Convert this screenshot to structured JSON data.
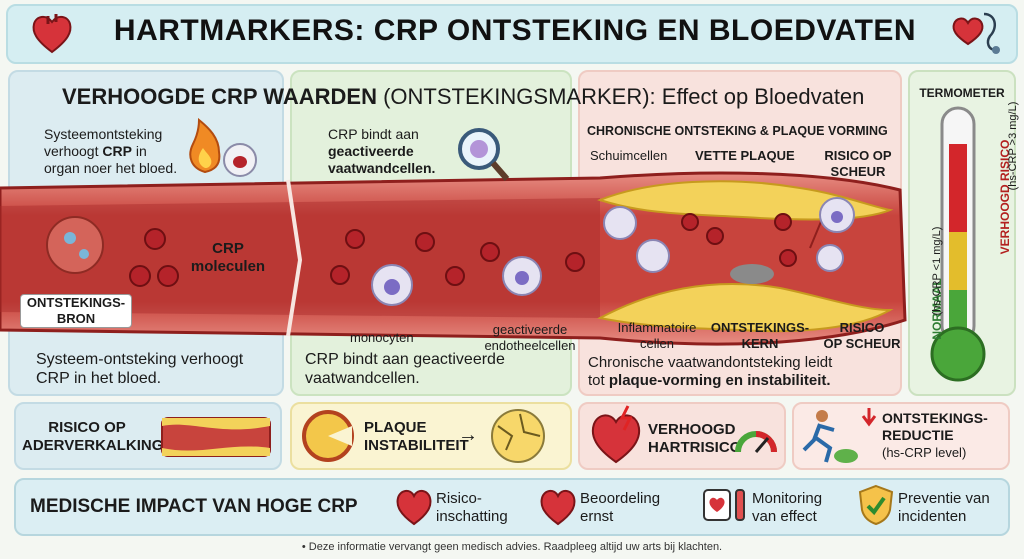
{
  "title": "HARTMARKERS: CRP ONTSTEKING EN BLOEDVATEN",
  "main_heading": {
    "bold": "VERHOOGDE CRP WAARDEN",
    "rest": " (ONTSTEKINGSMARKER): Effect op Bloedvaten"
  },
  "section1": {
    "top_text_1": "Systeemontsteking",
    "top_text_2_pre": "verhoogt ",
    "top_text_2_bold": "CRP",
    "top_text_2_post": " in",
    "top_text_3": "organ noer het bloed.",
    "crp_label_1": "CRP",
    "crp_label_2": "moleculen",
    "source_label_1": "ONTSTEKINGS-",
    "source_label_2": "BRON",
    "bottom_text_1": "Systeem-ontsteking verhoogt",
    "bottom_text_2": "CRP in het bloed."
  },
  "section2": {
    "top_text_1": "CRP bindt aan",
    "top_text_2": "geactiveerde",
    "top_text_3": "vaatwandcellen.",
    "monocyten": "monocyten",
    "endo_1": "geactiveerde",
    "endo_2": "endotheelcellen",
    "bottom_text_1": "CRP bindt aan geactiveerde",
    "bottom_text_2": "vaatwandcellen."
  },
  "section3": {
    "heading": "CHRONISCHE ONTSTEKING & PLAQUE VORMING",
    "schuimcellen": "Schuimcellen",
    "vette_plaque": "VETTE PLAQUE",
    "risico1_1": "RISICO OP",
    "risico1_2": "SCHEUR",
    "inflam_1": "Inflammatoire",
    "inflam_2": "cellen",
    "kern_1": "ONTSTEKINGS-",
    "kern_2": "KERN",
    "risico2_1": "RISICO",
    "risico2_2": "OP SCHEUR",
    "bottom_text_1": "Chronische vaatwandontsteking leidt",
    "bottom_text_2_pre": "tot ",
    "bottom_text_2_bold": "plaque-vorming en instabiliteit."
  },
  "thermometer": {
    "label": "TERMOMETER",
    "normaal": "NORMAAL",
    "normaal_sub": "(hs-CRP <1 mg/L)",
    "verhoogd": "VERHOOGD RISICO",
    "verhoogd_sub": "(hs-CRP >3 mg/L)"
  },
  "cards": [
    {
      "l1": "RISICO OP",
      "l2": "ADERVERKALKING"
    },
    {
      "l1": "PLAQUE",
      "l2": "INSTABILITEIT"
    },
    {
      "l1": "VERHOOGD",
      "l2": "HARTRISICO"
    },
    {
      "l1": "ONTSTEKINGS-",
      "l2": "REDUCTIE",
      "l3": "(hs-CRP level)"
    }
  ],
  "impact": {
    "heading": "MEDISCHE IMPACT VAN HOGE CRP",
    "items": [
      {
        "l1": "Risico-",
        "l2": "inschatting"
      },
      {
        "l1": "Beoordeling",
        "l2": "ernst"
      },
      {
        "l1": "Monitoring",
        "l2": "van effect"
      },
      {
        "l1": "Preventie van",
        "l2": "incidenten"
      }
    ]
  },
  "footnote": "• Deze informatie vervangt geen medisch advies. Raadpleeg altijd uw arts bij klachten.",
  "colors": {
    "vessel": "#c8443d",
    "vessel_dark": "#8e1f1d",
    "plaque": "#f3d25a",
    "blood_cell": "#b5232a",
    "panel_blue": "#dcecf1",
    "panel_green": "#e3f1dc",
    "panel_pink": "#f8e2dd"
  }
}
